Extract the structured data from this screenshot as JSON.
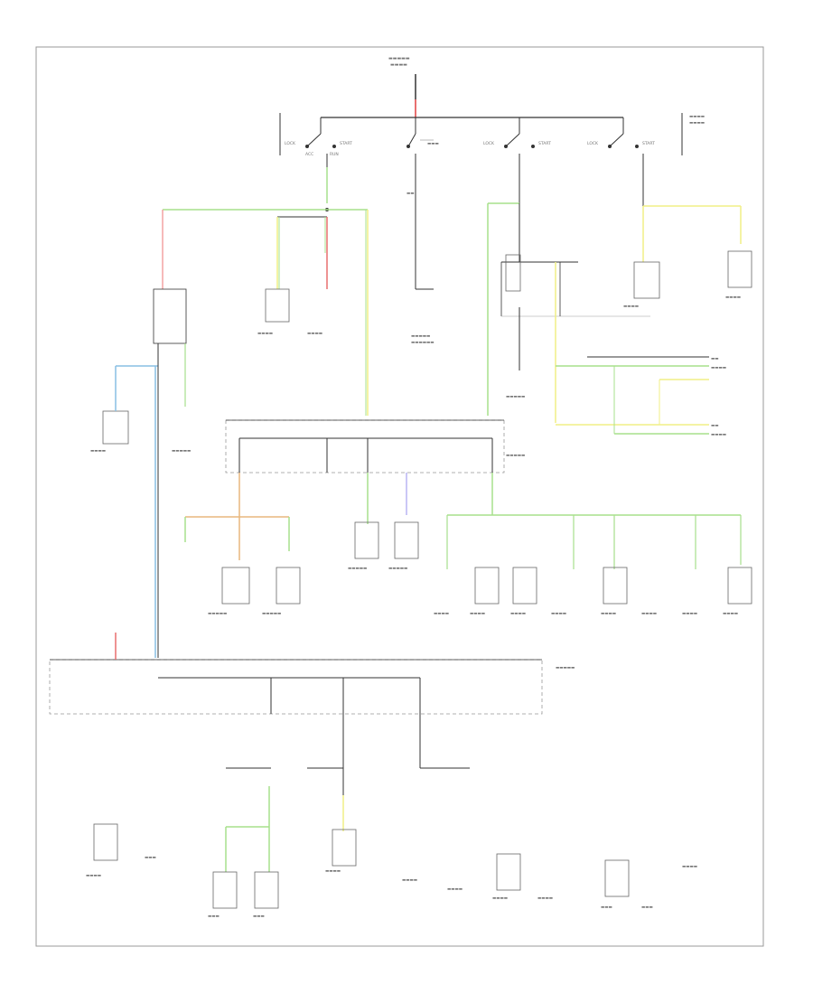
{
  "diagram": {
    "page_code": "",
    "colors": {
      "wire_black": "#333333",
      "wire_red": "#e86f6f",
      "wire_pink": "#f2a3a3",
      "wire_green": "#a7e08c",
      "wire_yellow": "#f1ef86",
      "wire_blue": "#89bfe4",
      "wire_orange": "#e8b77e",
      "wire_lavender": "#b8b4f2",
      "border": "#999999",
      "component": "#666666",
      "label": "#777777"
    },
    "legible_text": [
      "LOCK",
      "ACC",
      "RUN",
      "START",
      "OFF"
    ],
    "labels": {
      "acc": "ACC",
      "run": "RUN",
      "start": "START",
      "off": "OFF",
      "lock": "LOCK"
    }
  }
}
